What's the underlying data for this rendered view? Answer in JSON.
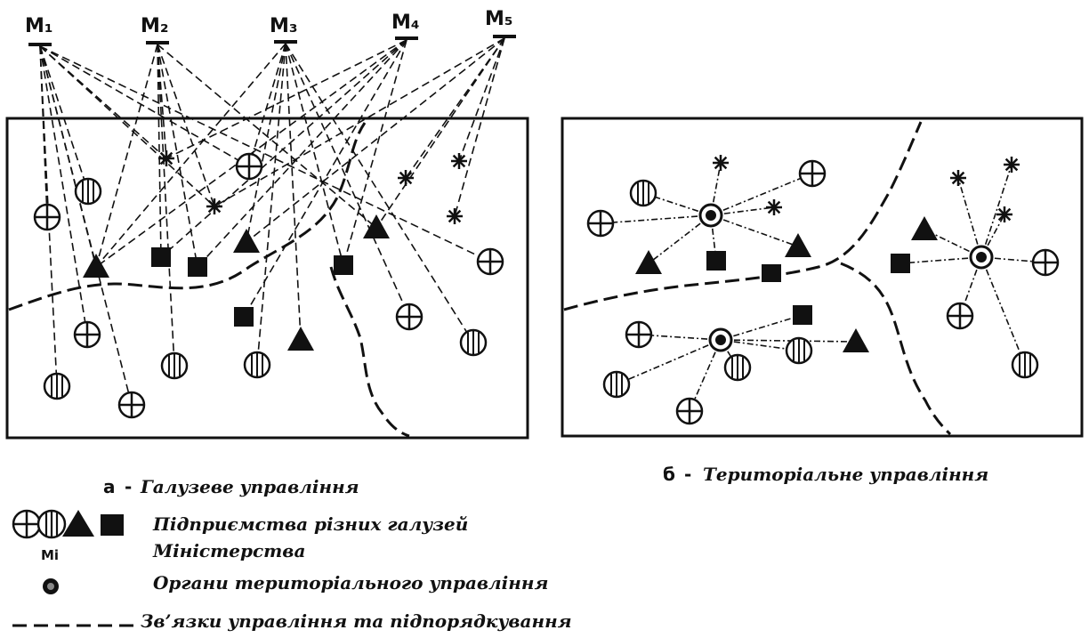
{
  "ministries": [
    "M₁",
    "M₂",
    "M₃",
    "M₄",
    "M₅"
  ],
  "caption_a": {
    "letter": "а",
    "sep": "-",
    "text": "Галузеве управління"
  },
  "caption_b": {
    "letter": "б",
    "sep": "-",
    "text": "Територіальне управління"
  },
  "legend": {
    "enterprises": "Підприємства різних галузей",
    "ministries_symbol": "Mi",
    "ministries": "Міністерства",
    "organs": "Органи територіального управління",
    "links": "Зв’язки управління та підпорядкування"
  },
  "colors": {
    "ink": "#111111",
    "paper": "#ffffff"
  }
}
